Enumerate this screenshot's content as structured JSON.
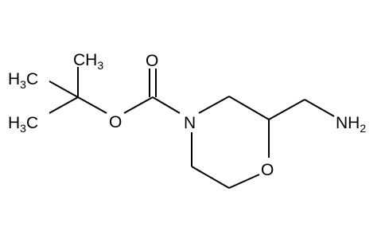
{
  "molecule": {
    "labels": {
      "carbonyl_o": "O",
      "ester_o": "O",
      "ring_n": "N",
      "ring_o": "O",
      "amine_n": "NH",
      "amine_sub": "2",
      "methyl_top": "CH",
      "methyl_top_sub": "3",
      "methyl_bottom_h": "H",
      "methyl_bottom_sub": "3",
      "methyl_bottom_c": "C",
      "methyl_left_h": "H",
      "methyl_left_sub": "3",
      "methyl_left_c": "C"
    },
    "colors": {
      "bond": "#000000",
      "text": "#000000",
      "background": "#ffffff"
    }
  }
}
